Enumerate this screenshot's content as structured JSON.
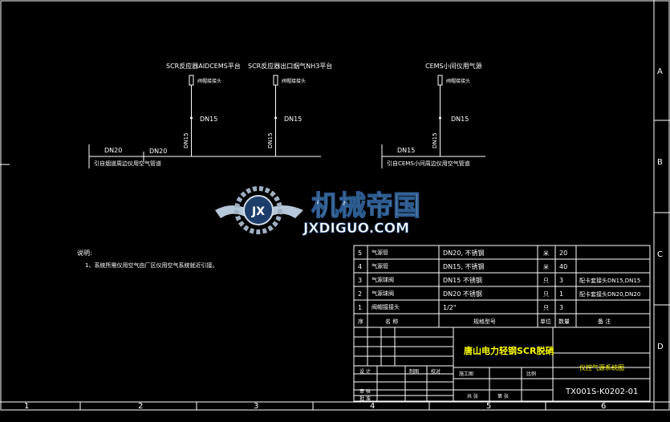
{
  "drawing": {
    "outer_border_color": "#ffffff",
    "frame_color": "#ffffff",
    "pipe_color": "#ffffff",
    "label_color": "#ffffff",
    "title_block_text_color": "#ffff00",
    "drawing_no_color": "#00ff00"
  },
  "tops": [
    {
      "label": "SCR反应器AIDCEMS平台",
      "valve_label": "阀帽接接头",
      "size": "DN15"
    },
    {
      "label": "SCR反应器出口烟气NH3平台",
      "valve_label": "阀帽接接头",
      "size": "DN15"
    },
    {
      "label": "CEMS小间仪用气源",
      "valve_label": "阀帽接接头",
      "size": "DN15"
    }
  ],
  "mains": [
    {
      "size_left": "DN20",
      "size_right": "DN20",
      "note": "引自烟道周边仪用空气管道"
    },
    {
      "size_left": "DN15",
      "note": "引自CEMS小间周边仪用空气管道"
    }
  ],
  "notes": {
    "heading": "说明:",
    "item1": "1、系统所需仪用空气由厂区仪用空气系统就近引接。"
  },
  "watermark": {
    "brand_cn": "机械帝国",
    "brand_en": "JXDIGUO.COM",
    "emblem_text": "JX"
  },
  "bom": {
    "rows": [
      {
        "no": "5",
        "name": "气源管",
        "spec": "DN20, 不锈钢",
        "unit": "米",
        "qty": "20",
        "remark": ""
      },
      {
        "no": "4",
        "name": "气源管",
        "spec": "DN15, 不锈钢",
        "unit": "米",
        "qty": "40",
        "remark": ""
      },
      {
        "no": "3",
        "name": "气源球阀",
        "spec": "DN15 不锈钢",
        "unit": "只",
        "qty": "3",
        "remark": "配卡套接头DN15,DN15"
      },
      {
        "no": "2",
        "name": "气源球阀",
        "spec": "DN20 不锈钢",
        "unit": "只",
        "qty": "1",
        "remark": "配卡套接头DN20,DN20"
      },
      {
        "no": "1",
        "name": "阀帽接接头",
        "spec": "1/2\"",
        "unit": "只",
        "qty": "3",
        "remark": ""
      }
    ],
    "header": {
      "no": "序",
      "name": "名 称",
      "spec": "规格型号",
      "unit": "单位",
      "qty": "数量",
      "remark": "备 注"
    }
  },
  "title_block": {
    "company": "唐山电力轻钢SCR脱硝",
    "drawing_title": "仪控气源系统图",
    "drawing_no": "TX001S-K0202-01",
    "labels": {
      "design": "设 计",
      "check": "审 核",
      "approve": "批 准",
      "stage": "施工图",
      "scale": "比例",
      "sheet": "共 张",
      "sheet2": "第 张",
      "drawn": "制图",
      "review": "校对"
    }
  },
  "zone_numbers": [
    "1",
    "2",
    "3",
    "4",
    "5",
    "6"
  ],
  "zone_letters": [
    "A",
    "B",
    "C",
    "D"
  ]
}
